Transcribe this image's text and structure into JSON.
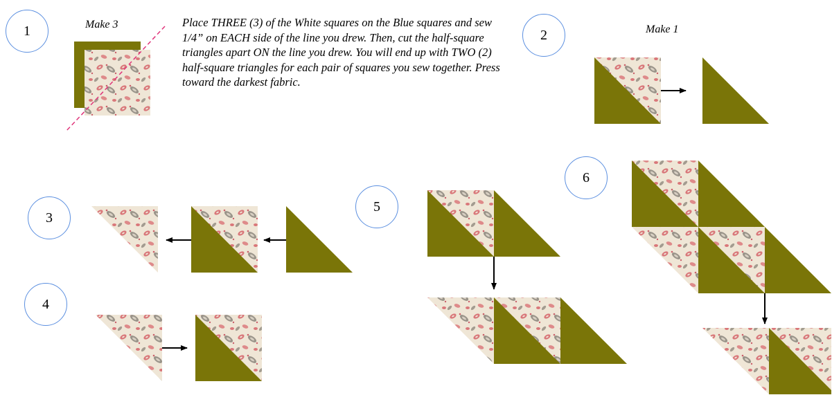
{
  "steps": {
    "s1": "1",
    "s2": "2",
    "s3": "3",
    "s4": "4",
    "s5": "5",
    "s6": "6"
  },
  "labels": {
    "make3": "Make 3",
    "make1": "Make 1"
  },
  "instructions": "Place THREE (3) of the White squares on the Blue squares and sew 1/4” on EACH side of the line you drew. Then, cut the half-square triangles apart ON the line you drew.  You will end up with TWO (2) half-square triangles for each pair of squares you sew together.  Press toward the darkest fabric.",
  "colors": {
    "olive": "#7a7508",
    "fabric_bg": "#efe6d6",
    "fabric_red": "#d9777a",
    "fabric_grey": "#8f8a80",
    "sew_line": "#e0347a",
    "circle_border": "#5b8fe0"
  }
}
